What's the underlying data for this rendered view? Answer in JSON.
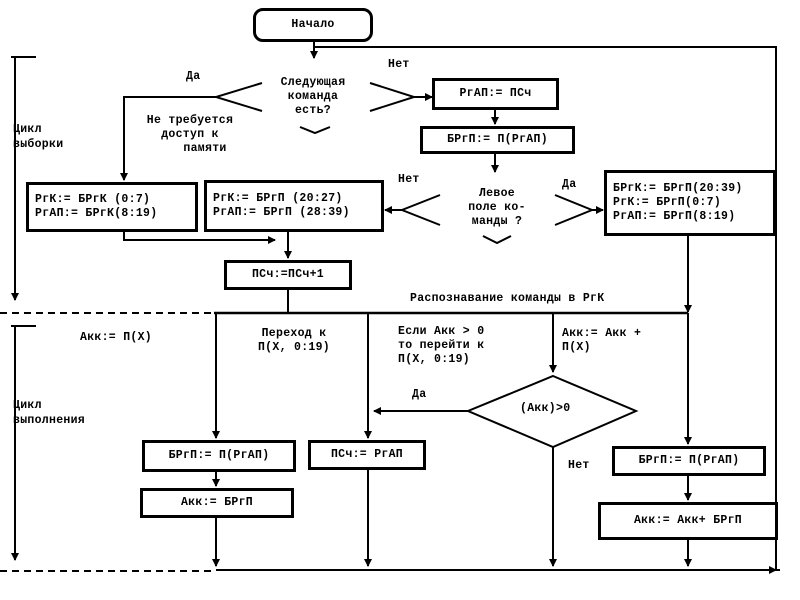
{
  "start": {
    "label": "Начало"
  },
  "decisions": {
    "next_command": {
      "lines": [
        "Следующая",
        "команда",
        "есть?"
      ],
      "yes": "Да",
      "no": "Нет"
    },
    "left_field": {
      "lines": [
        "Левое",
        "поле ко-",
        "манды ?"
      ],
      "yes": "Да",
      "no": "Нет"
    },
    "acc_positive": {
      "label": "(Акк)>0",
      "yes": "Да",
      "no": "Нет"
    }
  },
  "blocks": {
    "rgap_pc": "РгАП:= ПСч",
    "brgp_p_rgap_1": "БРгП:= П(РгАП)",
    "no_memory_access": [
      "Не требуется",
      "доступ к",
      "памяти"
    ],
    "rgk_brgk": [
      "РгК:= БРгК (0:7)",
      "РгАП:= БРгК(8:19)"
    ],
    "rgk_brgp_20": [
      "РгК:= БРгП (20:27)",
      "РгАП:= БРгП (28:39)"
    ],
    "rgk_brgp_0": [
      "БРгК:= БРгП(20:39)",
      "РгК:= БРгП(0:7)",
      "РгАП:= БРгП(8:19)"
    ],
    "pc_inc": "ПСч:=ПСч+1",
    "recognition": "Распознавание команды в РгК",
    "acc_px": "Акк:= П(Х)",
    "goto": [
      "Переход к",
      "П(Х, 0:19)"
    ],
    "cond_goto": [
      "Если Акк > 0",
      "то перейти к",
      "П(Х, 0:19)"
    ],
    "acc_add": [
      "Акк:= Акк +",
      "П(Х)"
    ],
    "brgp_p_rgap_2": "БРгП:= П(РгАП)",
    "pc_rgap": "ПСч:= РгАП",
    "brgp_p_rgap_3": "БРгП:= П(РгАП)",
    "acc_brgp": "Акк:= БРгП",
    "acc_add_brgp": "Акк:= Акк+ БРгП"
  },
  "cycles": {
    "fetch": [
      "Цикл",
      "выборки"
    ],
    "execute": [
      "Цикл",
      "выполнения"
    ]
  }
}
